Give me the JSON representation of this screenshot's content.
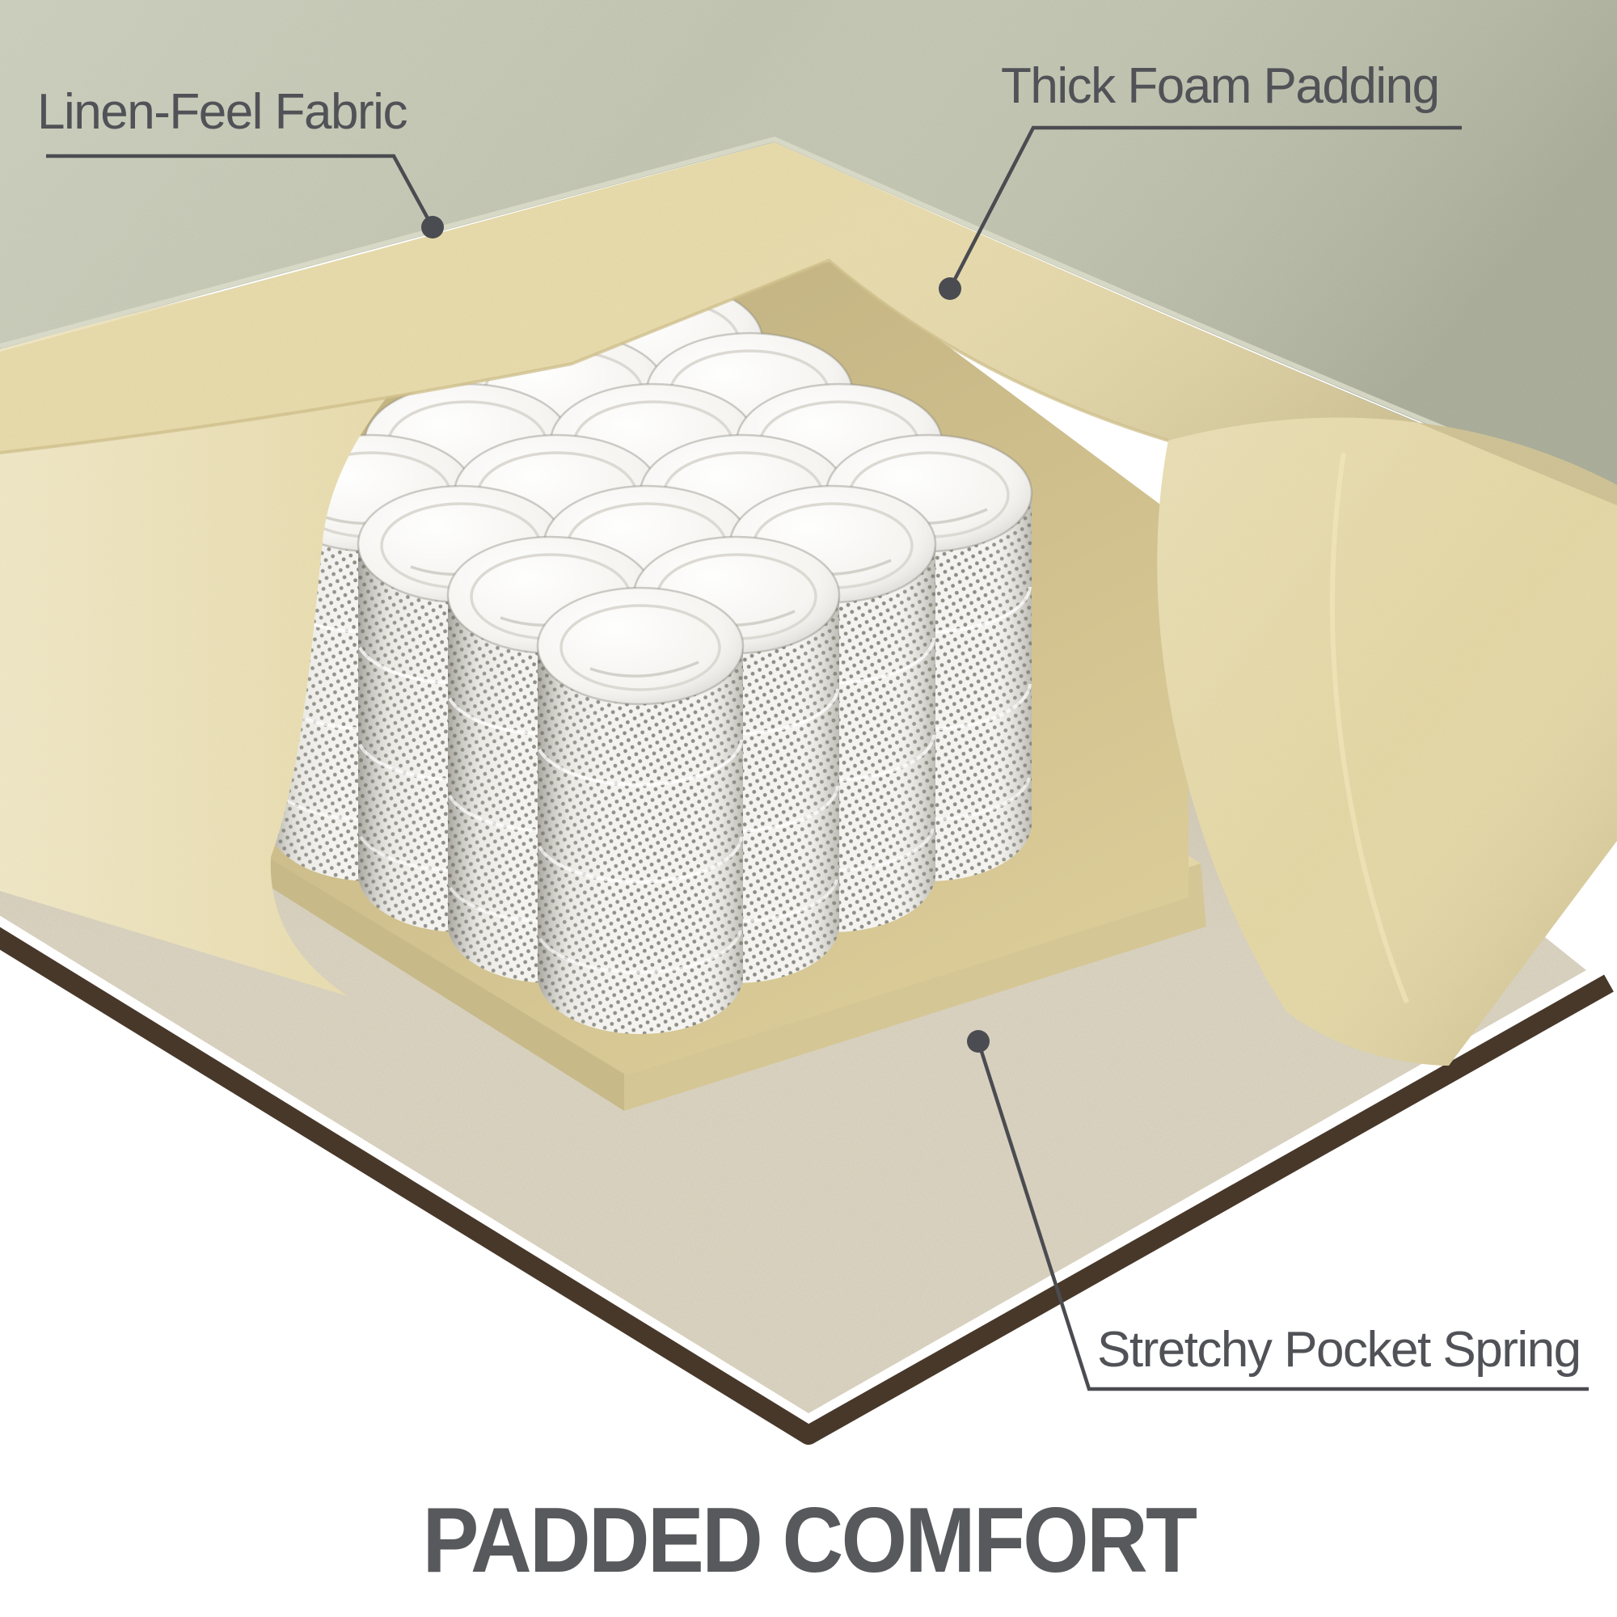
{
  "title": {
    "text": "PADDED COMFORT"
  },
  "callouts": [
    {
      "id": "fabric",
      "label": "Linen-Feel Fabric",
      "target": "outer cover, upper left"
    },
    {
      "id": "foam",
      "label": "Thick Foam Padding",
      "target": "foam wall, upper right"
    },
    {
      "id": "spring",
      "label": "Stretchy Pocket Spring",
      "target": "front pocket coil, lower right"
    }
  ],
  "icons": [
    "callout-dot"
  ],
  "colors": {
    "background": "#ffffff",
    "label_text": "#515257",
    "leader_line": "#4b4c51",
    "title_text": "#58595c",
    "fabric_sage": "#c7cab6",
    "foam_cream": "#eadeae",
    "foam_shadow": "#d2c391",
    "spring_white": "#f4f3ef",
    "spring_dots": "#8e8e86",
    "base_woven": "#ddd6c4",
    "edge_brown": "#47382a"
  }
}
